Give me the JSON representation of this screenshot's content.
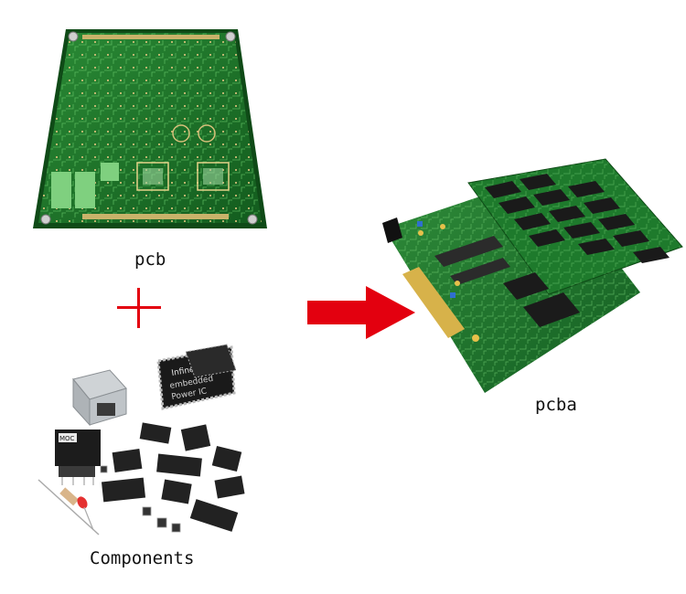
{
  "labels": {
    "pcb": "pcb",
    "components": "Components",
    "pcba": "pcba"
  },
  "chip_marking": {
    "brand": "Infineon",
    "line1": "embedded",
    "line2": "Power IC"
  },
  "transformer_marking": "MOC",
  "colors": {
    "pcb_green": "#1f7a2a",
    "pcb_dark": "#0f4a17",
    "arrow_red": "#e3000f",
    "plus_red": "#e3000f",
    "chip_black": "#1a1a1a",
    "gold": "#d7b24a"
  }
}
